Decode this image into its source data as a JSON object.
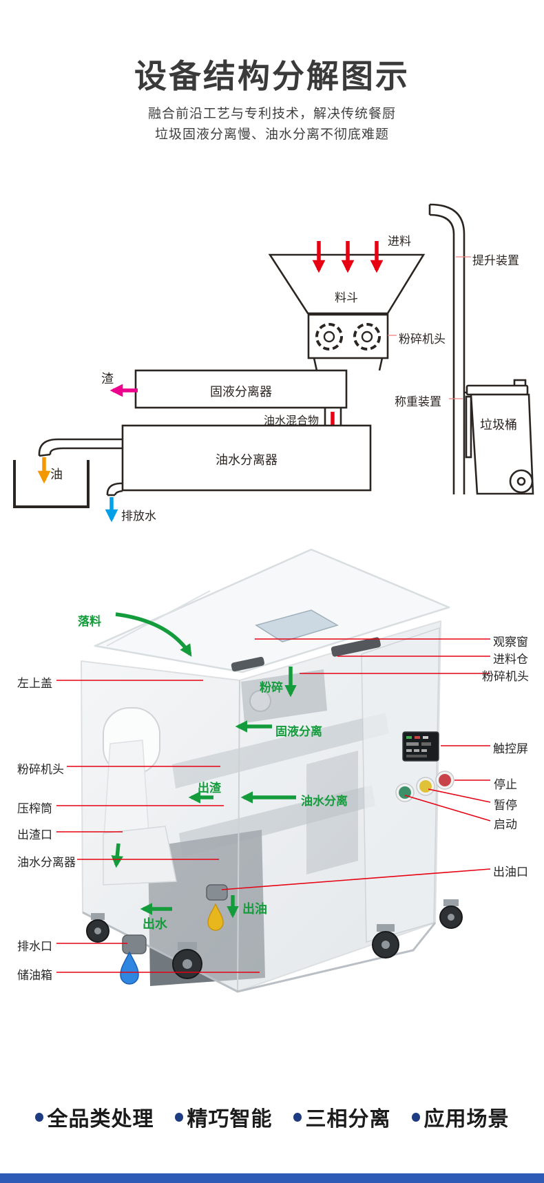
{
  "header": {
    "title": "设备结构分解图示",
    "subtitle1": "融合前沿工艺与专利技术，解决传统餐厨",
    "subtitle2": "垃圾固液分离慢、油水分离不彻底难题"
  },
  "flow": {
    "feed": "进料",
    "hopper": "料斗",
    "crusher_head": "粉碎机头",
    "lifting_device": "提升装置",
    "residue": "渣",
    "solid_liquid_separator": "固液分离器",
    "weighing_device": "称重装置",
    "oil_water_mixture": "油水混合物",
    "trash_bin": "垃圾桶",
    "oil_water_separator": "油水分离器",
    "oil": "油",
    "discharge_water": "排放水"
  },
  "machine": {
    "drop_label": "落料",
    "left_labels": [
      {
        "text": "左上盖"
      },
      {
        "text": "粉碎机头"
      },
      {
        "text": "压榨筒"
      },
      {
        "text": "出渣口"
      },
      {
        "text": "油水分离器"
      },
      {
        "text": "排水口"
      },
      {
        "text": "储油箱"
      }
    ],
    "right_labels": [
      {
        "text": "观察窗"
      },
      {
        "text": "进料仓"
      },
      {
        "text": "粉碎机头"
      },
      {
        "text": "触控屏"
      },
      {
        "text": "停止"
      },
      {
        "text": "暂停"
      },
      {
        "text": "启动"
      },
      {
        "text": "出油口"
      }
    ],
    "inner_labels": [
      {
        "text": "粉碎"
      },
      {
        "text": "固液分离"
      },
      {
        "text": "出渣"
      },
      {
        "text": "油水分离"
      },
      {
        "text": "出油"
      },
      {
        "text": "出水"
      }
    ]
  },
  "footer": {
    "items": [
      {
        "label": "全品类处理"
      },
      {
        "label": "精巧智能"
      },
      {
        "label": "三相分离"
      },
      {
        "label": "应用场景"
      }
    ]
  },
  "colors": {
    "callout_red": "#e60012",
    "flow_green": "#149c3c",
    "residue_magenta": "#ec008c",
    "oil_orange": "#f39800",
    "water_blue": "#00a0e9",
    "navy_bullet": "#1e3c82",
    "footer_bar": "#2d5bb5",
    "button_red": "#c8444a",
    "button_yellow": "#dfc23a",
    "button_green": "#3c8f68"
  }
}
